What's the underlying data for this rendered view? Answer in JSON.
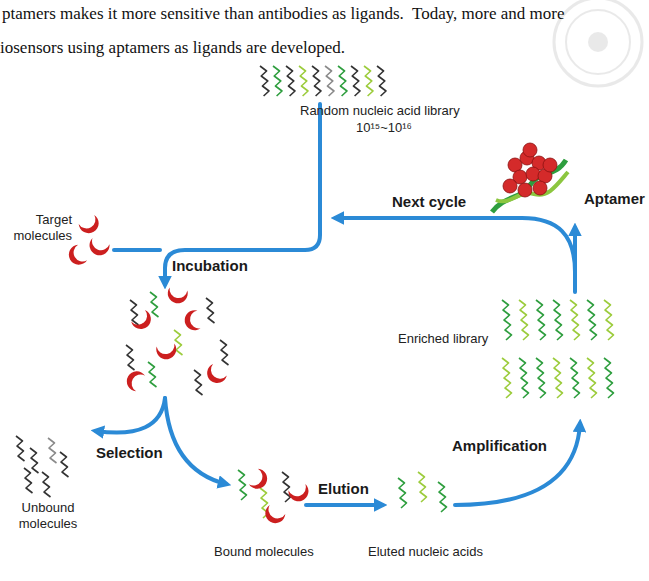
{
  "diagram": {
    "labels": [
      "ptamers makes it more sensitive than antibodies as ligands.  Today, more and more",
      "iosensors using aptamers as ligands are developed.",
      "Random nucleic acid library",
      "10¹⁵~10¹⁶",
      "Target molecules",
      "Incubation",
      "Next cycle",
      "Aptamer",
      "Enriched library",
      "Selection",
      "Unbound molecules",
      "Elution",
      "Amplification",
      "Bound molecules",
      "Eluted nucleic acids"
    ]
  }
}
